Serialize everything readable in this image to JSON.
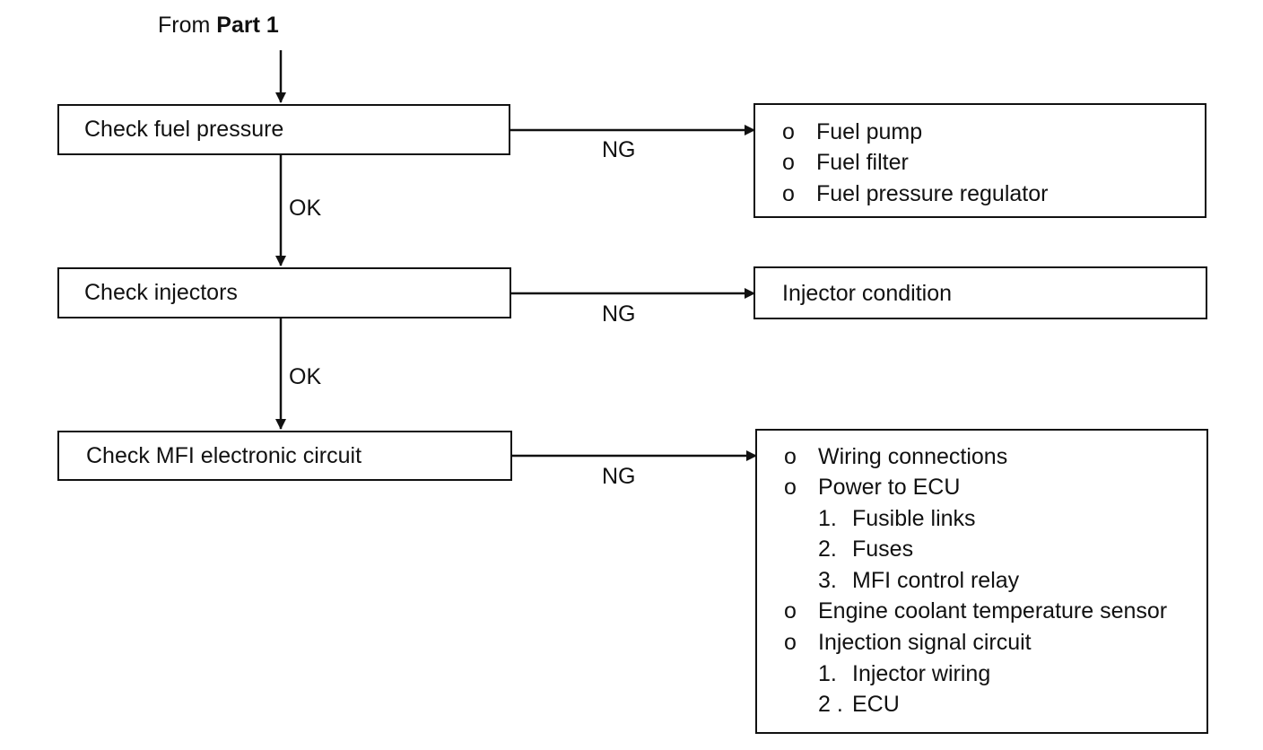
{
  "start": {
    "prefix": "From",
    "part": "Part 1"
  },
  "steps": [
    {
      "label": "Check fuel pressure"
    },
    {
      "label": "Check injectors"
    },
    {
      "label": "Check MFI electronic circuit"
    }
  ],
  "ok_label": "OK",
  "ng_label": "NG",
  "bullet_glyph": "o",
  "results": [
    {
      "items": [
        {
          "text": "Fuel pump"
        },
        {
          "text": "Fuel filter"
        },
        {
          "text": "Fuel pressure regulator"
        }
      ]
    },
    {
      "text": "Injector condition"
    },
    {
      "items": [
        {
          "text": "Wiring connections"
        },
        {
          "text": "Power to ECU",
          "sub": [
            {
              "num": "1.",
              "text": "Fusible links"
            },
            {
              "num": "2.",
              "text": "Fuses"
            },
            {
              "num": "3.",
              "text": "MFI control relay"
            }
          ]
        },
        {
          "text": "Engine coolant temperature sensor"
        },
        {
          "text": "Injection signal circuit",
          "sub": [
            {
              "num": "1.",
              "text": "Injector wiring"
            },
            {
              "num": "2 .",
              "text": "ECU"
            }
          ]
        }
      ]
    }
  ]
}
